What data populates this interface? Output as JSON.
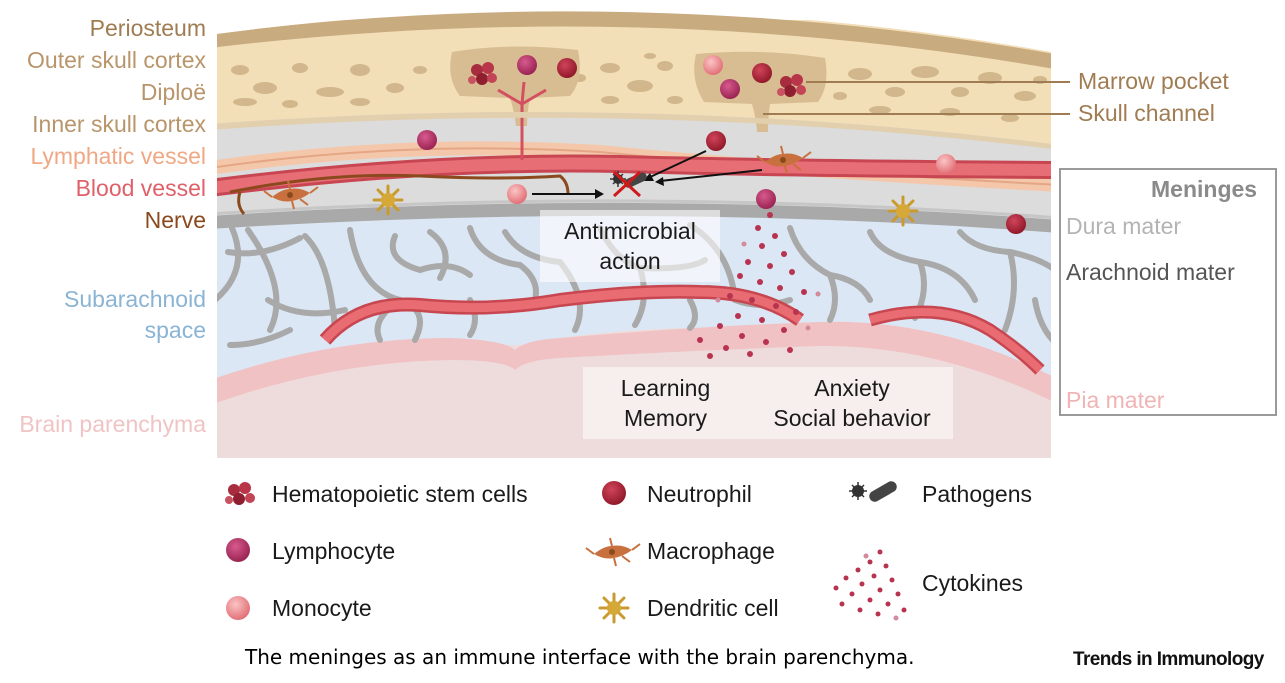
{
  "left_labels": {
    "periosteum": "Periosteum",
    "outer_skull_cortex": "Outer skull cortex",
    "diploe": "Diploë",
    "inner_skull_cortex": "Inner skull cortex",
    "lymphatic_vessel": "Lymphatic vessel",
    "blood_vessel": "Blood vessel",
    "nerve": "Nerve",
    "subarachnoid_line1": "Subarachnoid",
    "subarachnoid_line2": "space",
    "brain_parenchyma": "Brain parenchyma"
  },
  "right_labels": {
    "marrow_pocket": "Marrow pocket",
    "skull_channel": "Skull channel"
  },
  "meninges": {
    "title": "Meninges",
    "dura": "Dura mater",
    "arachnoid": "Arachnoid mater",
    "pia": "Pia mater"
  },
  "center_labels": {
    "antimicrobial_line1": "Antimicrobial",
    "antimicrobial_line2": "action",
    "learning": "Learning",
    "memory": "Memory",
    "anxiety": "Anxiety",
    "social_behavior": "Social behavior"
  },
  "legend": {
    "hsc": "Hematopoietic stem cells",
    "lymphocyte": "Lymphocyte",
    "monocyte": "Monocyte",
    "neutrophil": "Neutrophil",
    "macrophage": "Macrophage",
    "dendritic": "Dendritic cell",
    "pathogens": "Pathogens",
    "cytokines": "Cytokines"
  },
  "caption": "The meninges as an immune interface with the brain parenchyma.",
  "brand": "Trends in Immunology",
  "colors": {
    "skull_label": "#a07c52",
    "lymphatic": "#f0b094",
    "blood": "#e0606a",
    "nerve": "#8b4a1e",
    "subarachnoid": "#8ab4d4",
    "brain": "#f0c4c4",
    "dura": "#b4b4b4",
    "arachnoid": "#555555",
    "pia": "#f0b4b4",
    "marrow": "#a07c52"
  }
}
